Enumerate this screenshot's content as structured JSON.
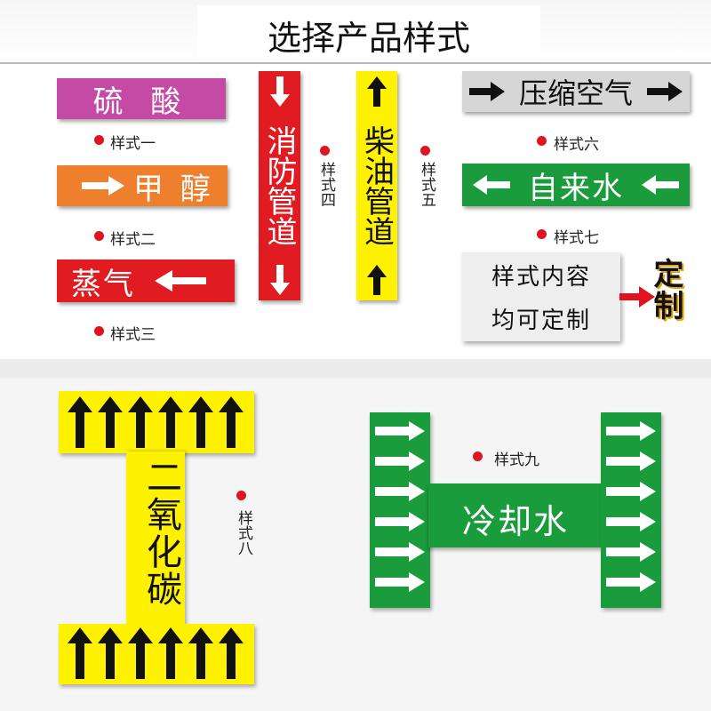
{
  "header": {
    "title": "选择产品样式"
  },
  "styles": {
    "s1": {
      "text": "硫 酸",
      "caption": "样式一",
      "color": "#c54aa6"
    },
    "s2": {
      "text": "甲 醇",
      "caption": "样式二",
      "color": "#ee7f2d"
    },
    "s3": {
      "text": "蒸气",
      "caption": "样式三",
      "color": "#e11b22"
    },
    "s4": {
      "text": "消防管道",
      "caption": "样式四",
      "color": "#e11b22"
    },
    "s5": {
      "text": "柴油管道",
      "caption": "样式五",
      "color": "#fff200"
    },
    "s6": {
      "text": "压缩空气",
      "caption": "样式六",
      "color": "#d6d6d6"
    },
    "s7": {
      "text": "自来水",
      "caption": "样式七",
      "color": "#1a9c3c"
    },
    "s8": {
      "text": "二氧化碳",
      "caption": "样式八",
      "color": "#fff200"
    },
    "s9": {
      "text": "冷却水",
      "caption": "样式九",
      "color": "#1a9c3c"
    }
  },
  "custom_box": {
    "line1": "样式内容",
    "line2": "均可定制",
    "tag": "定制",
    "tag_color": "#e8a400",
    "arrow_color": "#e0141e"
  }
}
